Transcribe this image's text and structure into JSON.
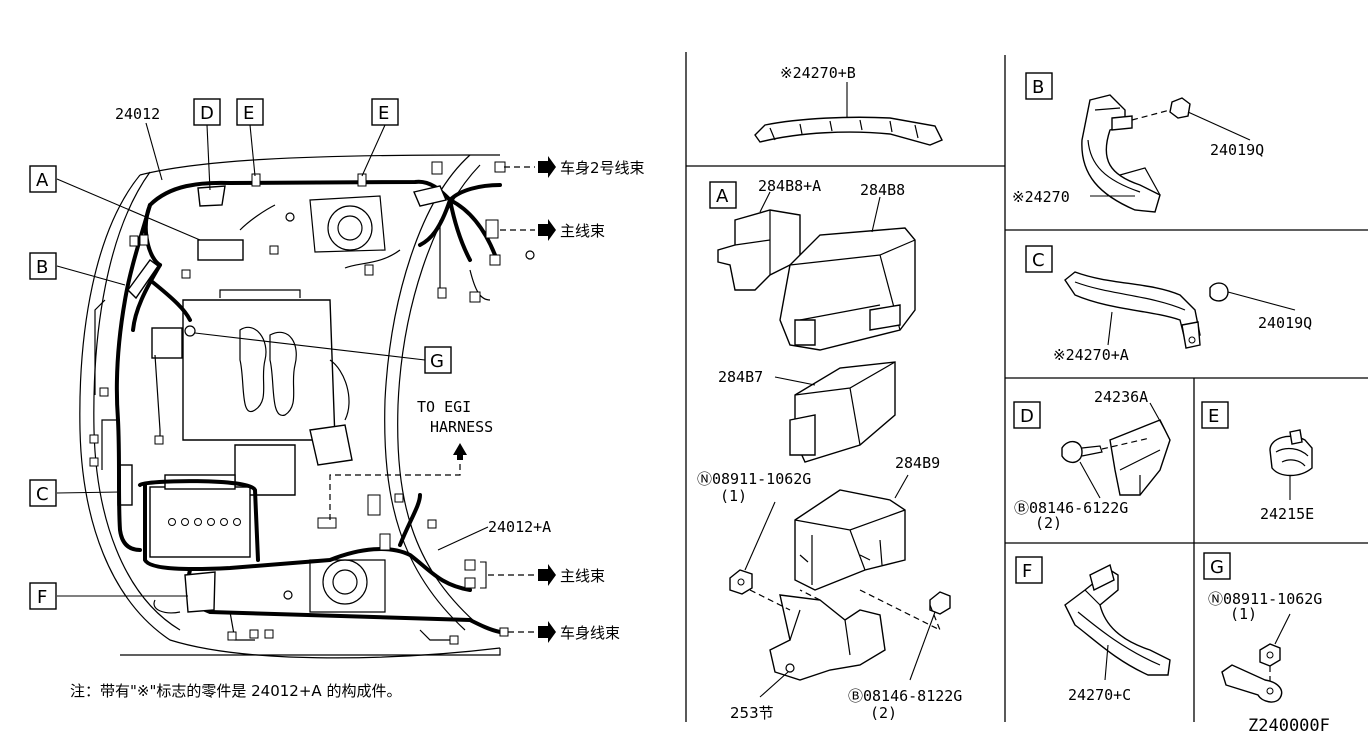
{
  "main_diagram": {
    "part_24012": "24012",
    "part_24012a": "24012+A",
    "callouts": {
      "A": "A",
      "B": "B",
      "C": "C",
      "D": "D",
      "E1": "E",
      "E2": "E",
      "F": "F",
      "G": "G"
    },
    "arrow_body2": "车身2号线束",
    "arrow_main1": "主线束",
    "arrow_main2": "主线束",
    "arrow_body": "车身线束",
    "to_egi_line1": "TO EGI",
    "to_egi_line2": "HARNESS",
    "note": "注：带有\"※\"标志的零件是 24012+A 的构成件。"
  },
  "top_center": {
    "part": "※24270+B"
  },
  "panel_a": {
    "letter": "A",
    "p1": "284B8+A",
    "p2": "284B8",
    "p3": "284B7",
    "p4": "284B9",
    "nut_code": "Ⓝ08911-1062G",
    "nut_qty": "(1)",
    "bolt_code": "Ⓑ08146-8122G",
    "bolt_qty": "(2)",
    "part_253": "253节"
  },
  "panel_b": {
    "letter": "B",
    "p1": "24019Q",
    "p2": "※24270"
  },
  "panel_c": {
    "letter": "C",
    "p1": "24019Q",
    "p2": "※24270+A"
  },
  "panel_d": {
    "letter": "D",
    "p1": "24236A",
    "bolt_code": "Ⓑ08146-6122G",
    "bolt_qty": "(2)"
  },
  "panel_e": {
    "letter": "E",
    "p1": "24215E"
  },
  "panel_f": {
    "letter": "F",
    "p1": "24270+C"
  },
  "panel_g": {
    "letter": "G",
    "nut_code": "Ⓝ08911-1062G",
    "nut_qty": "(1)"
  },
  "diagram_code": "Z240000F"
}
